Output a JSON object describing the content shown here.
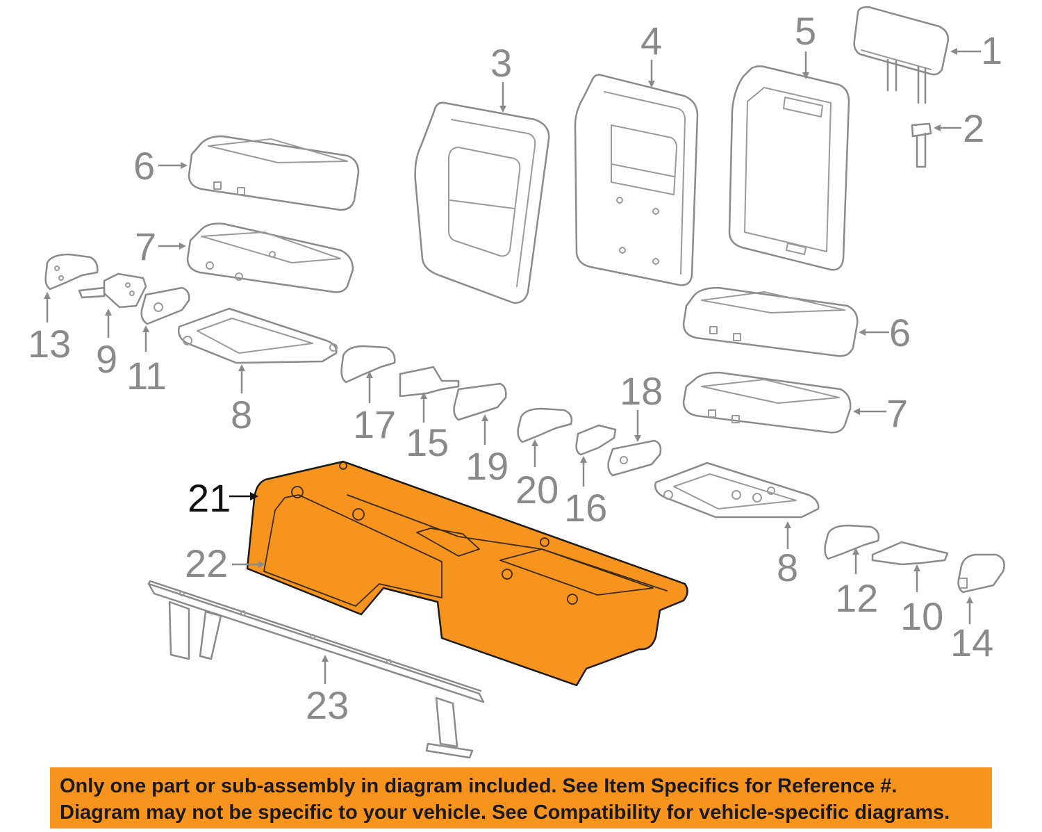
{
  "diagram": {
    "highlight_color": "#f7941d",
    "highlighted_part": "21",
    "callouts": {
      "c1": "1",
      "c2": "2",
      "c3": "3",
      "c4": "4",
      "c5": "5",
      "c6a": "6",
      "c6b": "6",
      "c7a": "7",
      "c7b": "7",
      "c8a": "8",
      "c8b": "8",
      "c9": "9",
      "c10": "10",
      "c11": "11",
      "c12": "12",
      "c13": "13",
      "c14": "14",
      "c15": "15",
      "c16": "16",
      "c17": "17",
      "c18": "18",
      "c19": "19",
      "c20": "20",
      "c21": "21",
      "c22": "22",
      "c23": "23"
    }
  },
  "disclaimer": {
    "line1": "Only one part or sub-assembly in diagram included. See Item Specifics for Reference #.",
    "line2": "Diagram may not be specific to your vehicle. See Compatibility for vehicle-specific diagrams.",
    "background": "#f7941d"
  }
}
